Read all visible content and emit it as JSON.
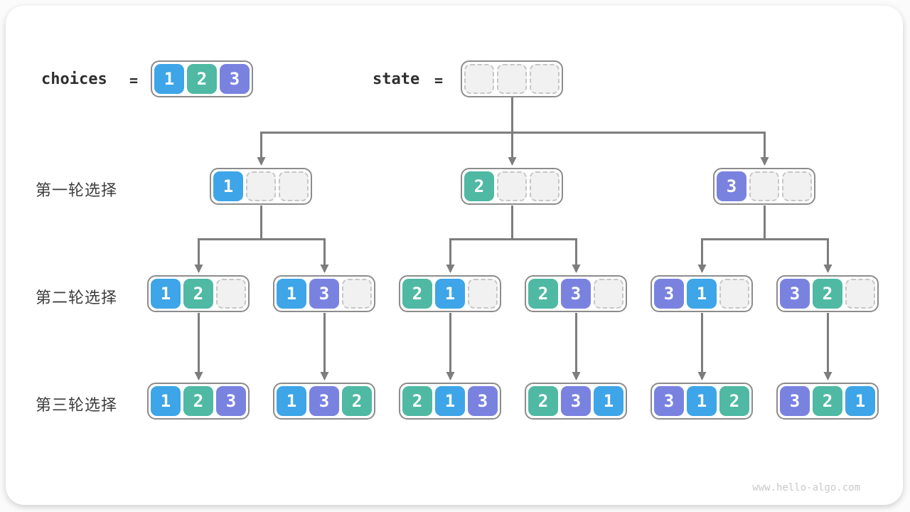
{
  "colors": {
    "digit_1": "#3da5e8",
    "digit_2": "#4fb9a4",
    "digit_3": "#7a82e0",
    "empty_fill": "#f1f1f2",
    "empty_border": "#c6c6c6",
    "node_border": "#8c8c8c",
    "line": "#7d7d7d",
    "text": "#3d3d3d",
    "watermark": "#c9c9c9"
  },
  "header": {
    "choices_label": "choices",
    "equals": "=",
    "choices": [
      "1",
      "2",
      "3"
    ],
    "state_label": "state",
    "state": [
      "",
      "",
      ""
    ]
  },
  "rows": [
    {
      "label": "第一轮选择",
      "nodes": [
        [
          "1",
          "",
          ""
        ],
        [
          "2",
          "",
          ""
        ],
        [
          "3",
          "",
          ""
        ]
      ]
    },
    {
      "label": "第二轮选择",
      "nodes": [
        [
          "1",
          "2",
          ""
        ],
        [
          "1",
          "3",
          ""
        ],
        [
          "2",
          "1",
          ""
        ],
        [
          "2",
          "3",
          ""
        ],
        [
          "3",
          "1",
          ""
        ],
        [
          "3",
          "2",
          ""
        ]
      ]
    },
    {
      "label": "第三轮选择",
      "nodes": [
        [
          "1",
          "2",
          "3"
        ],
        [
          "1",
          "3",
          "2"
        ],
        [
          "2",
          "1",
          "3"
        ],
        [
          "2",
          "3",
          "1"
        ],
        [
          "3",
          "1",
          "2"
        ],
        [
          "3",
          "2",
          "1"
        ]
      ]
    }
  ],
  "footer": {
    "watermark": "www.hello-algo.com"
  }
}
